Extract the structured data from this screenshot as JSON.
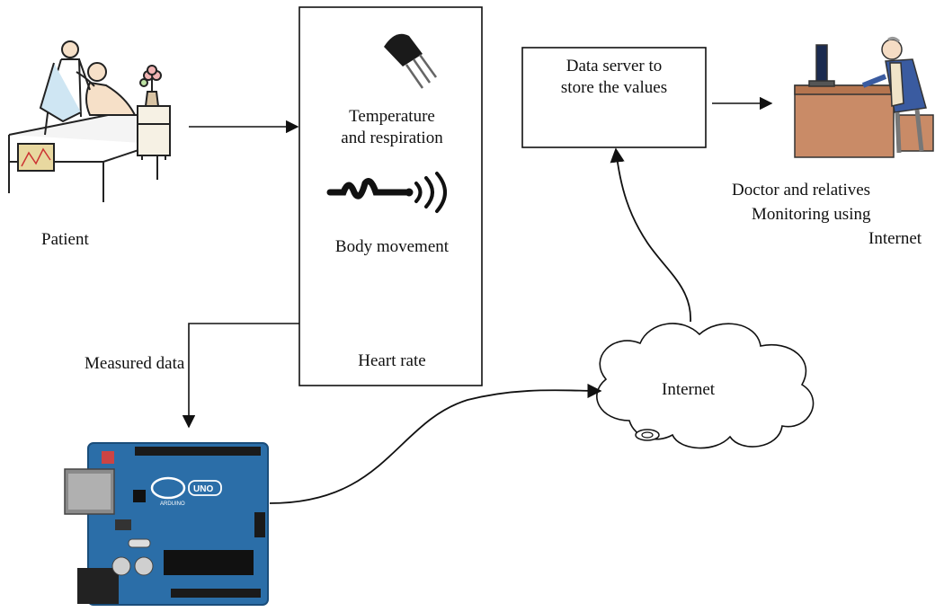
{
  "patient": {
    "label": "Patient"
  },
  "sensor_box": {
    "temperature_label": "Temperature\nand respiration",
    "body_movement_label": "Body movement",
    "heart_rate_label": "Heart rate"
  },
  "measured_data_label": "Measured data",
  "server_box": {
    "label": "Data server to\nstore the values"
  },
  "doctor": {
    "label_line1": "Doctor and relatives",
    "label_line2": "Monitoring using",
    "label_line3": "Internet"
  },
  "cloud": {
    "label": "Internet"
  },
  "board": {
    "brand_text": "ARDUINO",
    "model_text": "UNO"
  },
  "colors": {
    "board_blue": "#2b6ea8",
    "desk_brown": "#c98b67",
    "line": "#111111"
  }
}
